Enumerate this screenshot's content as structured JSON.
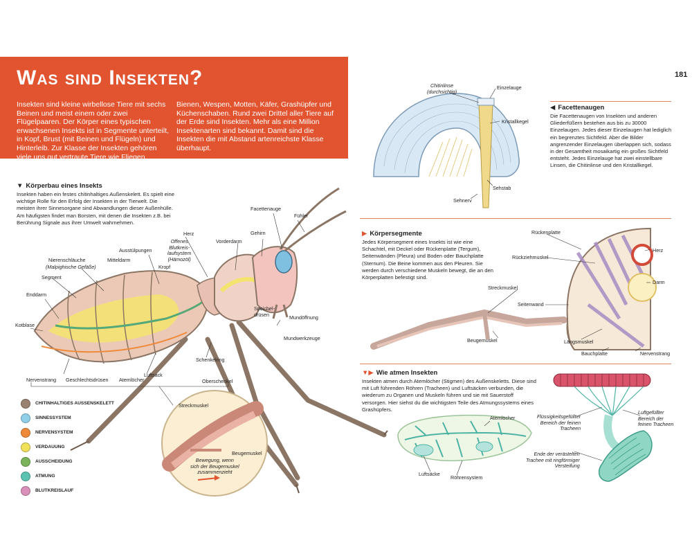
{
  "page": {
    "title": "Was sind Insekten?",
    "page_number": "181",
    "intro_left": "Insekten sind kleine wirbellose Tiere mit sechs Beinen und meist einem oder zwei Flügelpaaren. Der Körper eines typischen erwachsenen Insekts ist in Segmente unterteilt, in Kopf, Brust (mit Beinen und Flügeln) und Hinterleib. Zur Klasse der Insekten gehören viele uns gut vertraute Tiere wie Fliegen,",
    "intro_right": "Bienen, Wespen, Motten, Käfer, Grashüpfer und Küchenschaben. Rund zwei Drittel aller Tiere auf der Erde sind Insekten. Mehr als eine Million Insektenarten sind bekannt. Damit sind die Insekten die mit Abstand artenreichste Klasse überhaupt."
  },
  "koerperbau": {
    "title": "Körperbau eines Insekts",
    "text": "Insekten haben ein festes chitinhaltiges Außenskelett. Es spielt eine wichtige Rolle für den Erfolg der Insekten in der Tierwelt. Die meisten ihrer Sinnesorgane sind Abwandlungen dieser Außenhülle. Am häufigsten findet man Borsten, mit denen die Insekten z.B. bei Berührung Signale aus ihrer Umwelt wahrnehmen.",
    "labels": {
      "facettenauge": "Facettenauge",
      "fuehler": "Fühler",
      "herz": "Herz",
      "gehirn": "Gehirn",
      "offenes": "Offenes\nBlutkreis-\nlaufsystem\n(Hämozöl)",
      "vorderdarm": "Vorderdarm",
      "ausstuelpungen": "Ausstülpungen",
      "nierenschlaeuche": "Nierenschläuche",
      "malpighische": "(Malpighische Gefäße)",
      "mitteldarm": "Mitteldarm",
      "kropf": "Kropf",
      "segment": "Segment",
      "enddarm": "Enddarm",
      "kotblase": "Kotblase",
      "speicheldruesen": "Speichel-\ndrüsen",
      "mundoeffnung": "Mundöffnung",
      "mundwerkzeuge": "Mundwerkzeuge",
      "schenkelring": "Schenkelring",
      "luftsack": "Luftsack",
      "atemloecher": "Atemlöcher",
      "geschlechtsdruesen": "Geschlechtsdrüsen",
      "nervenstrang": "Nervenstrang",
      "oberschenkel": "Oberschenkel",
      "streckmuskel": "Streckmuskel",
      "beugemuskel": "Beugemuskel",
      "bewegung": "Bewegung, wenn\nsich der Beugemuskel\nzusammenzieht"
    }
  },
  "legend": [
    {
      "label": "Chitinhaltiges Aussenskelett",
      "color": "#9a8272"
    },
    {
      "label": "Sinnessystem",
      "color": "#8fd0e8"
    },
    {
      "label": "Nervensystem",
      "color": "#ef8a3a"
    },
    {
      "label": "Verdauung",
      "color": "#f1e05a"
    },
    {
      "label": "Ausscheidung",
      "color": "#79b45a"
    },
    {
      "label": "Atmung",
      "color": "#5cc2b2"
    },
    {
      "label": "Blutkreislauf",
      "color": "#d98fb9"
    }
  ],
  "facettenaugen": {
    "title": "Facettenaugen",
    "text": "Die Facettenaugen von Insekten und anderen Gliederfüßern bestehen aus bis zu 30000 Einzelaugen. Jedes dieser Einzelaugen hat lediglich ein begrenztes Sichtfeld. Aber die Bilder angrenzender Einzelaugen überlappen sich, sodass in der Gesamtheit mosaikartig ein großes Sichtfeld entsteht. Jedes Einzelauge hat zwei einstellbare Linsen, die Chitinlinse und den Kristallkegel.",
    "labels": {
      "chitinlinse": "Chitinlinse\n(durchsichtig)",
      "einzelauge": "Einzelauge",
      "kristallkegel": "Kristallkegel",
      "sehstab": "Sehstab",
      "sehnerv": "Sehnerv"
    }
  },
  "koerpersegmente": {
    "title": "Körpersegmente",
    "text": "Jedes Körpersegment eines Insekts ist wie eine Schachtel, mit Deckel oder Rückenplatte (Tergum), Seitenwänden (Pleura) und Boden oder Bauchplatte (Sternum). Die Beine kommen aus den Pleuren. Sie werden durch verschiedene Muskeln bewegt, die an den Körperplatten befestigt sind.",
    "labels": {
      "rueckenplatte": "Rückenplatte",
      "rueckziehmuskel": "Rückziehmuskel",
      "herz": "Herz",
      "darm": "Darm",
      "streckmuskel": "Streckmuskel",
      "seitenwand": "Seitenwand",
      "beugemuskel": "Beugemuskel",
      "laengsmuskel": "Längsmuskel",
      "bauchplatte": "Bauchplatte",
      "nervenstrang": "Nervenstrang"
    }
  },
  "atmen": {
    "title": "Wie atmen Insekten",
    "text": "Insekten atmen durch Atemlöcher (Stigmen) des Außenskeletts. Diese sind mit Luft führenden Röhren (Tracheen) und Luftsäcken verbunden, die wiederum zu Organen und Muskeln führen und sie mit Sauerstoff versorgen. Hier siehst du die wichtigsten Teile des Atmungssystems eines Grashüpfers.",
    "labels": {
      "atemloecher": "Atemlöcher",
      "luftsaecke": "Luftsäcke",
      "roehrensystem": "Röhrensystem",
      "fluessigkeit": "Flüssigkeitsgefüllter\nBereich der feinen\nTracheen",
      "luftgefuellt": "Luftgefüllter\nBereich der\nfeinen Tracheen",
      "ende": "Ende der verästelten\nTrachee mit ringförmiger\nVersteifung"
    }
  }
}
